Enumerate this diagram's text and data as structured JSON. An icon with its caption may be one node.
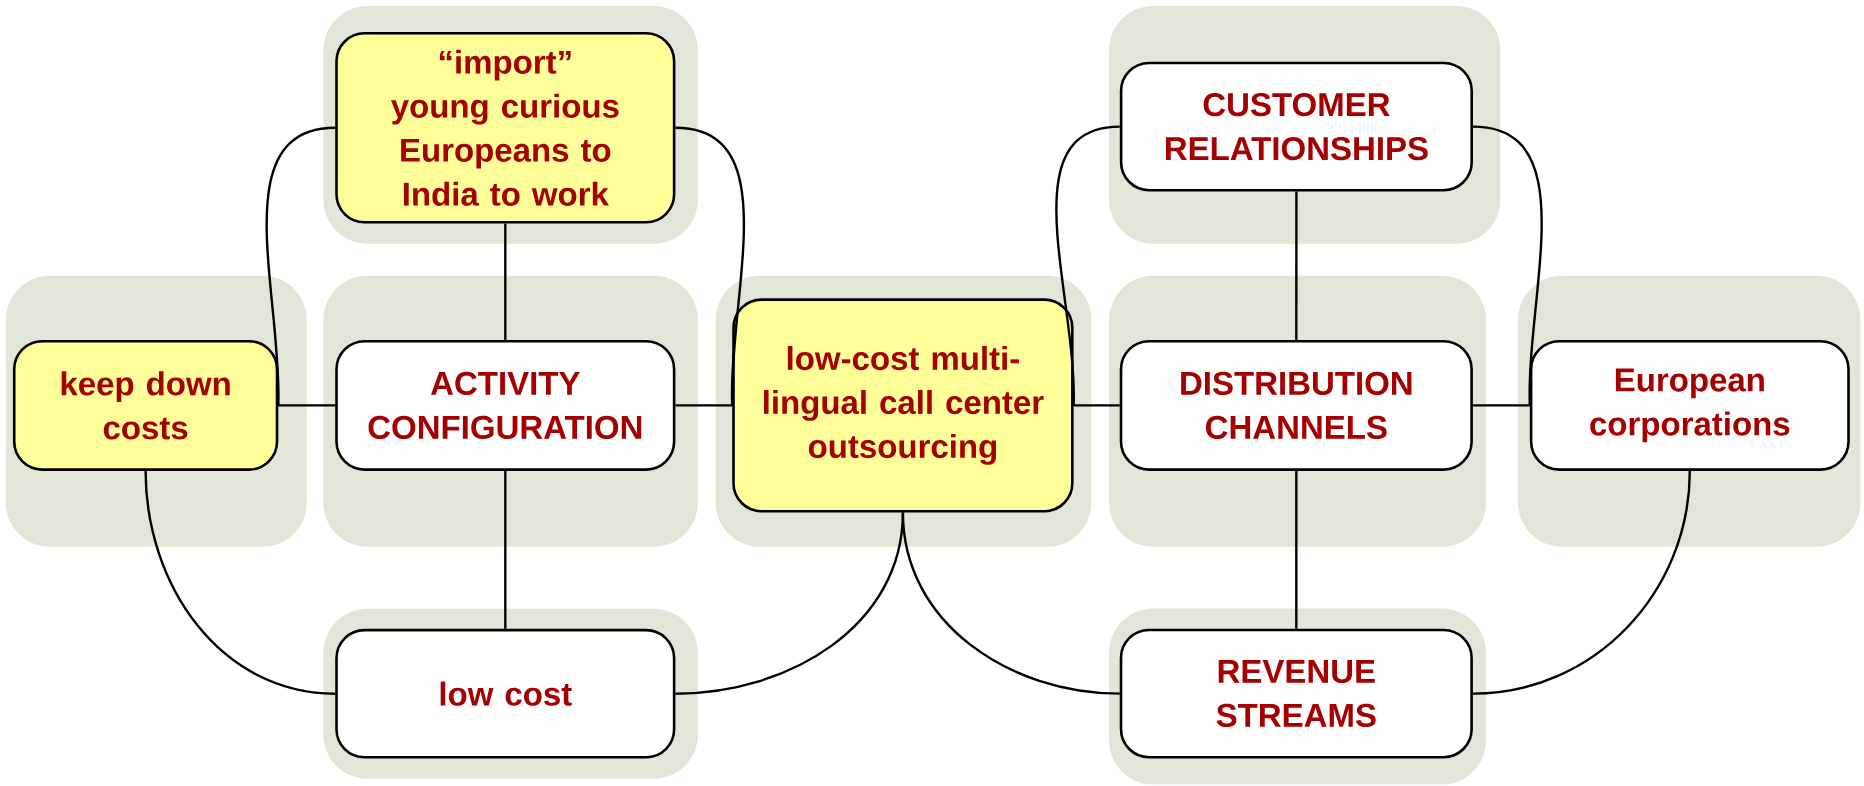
{
  "diagram": {
    "nodes": [
      {
        "text": [],
        "shape": "box"
      },
      {
        "text": [
          "keep down costs"
        ],
        "in": 0
      },
      {
        "text": [],
        "shape": "box"
      },
      {
        "text": [
          "“import” young curious Europeans to India to work"
        ],
        "in": 2
      },
      {
        "text": [],
        "shape": "box"
      },
      {
        "text": [
          "ACTIVITY CONFIGURATION"
        ],
        "in": 4
      },
      {
        "text": [],
        "shape": "box"
      },
      {
        "text": [
          "low cost"
        ],
        "in": 6
      },
      {
        "text": [],
        "shape": "box"
      },
      {
        "text": [
          "low-cost multi-lingual call center outsourcing"
        ],
        "in": 8
      },
      {
        "text": [],
        "shape": "box"
      },
      {
        "text": [
          "CUSTOMER RELATIONSHIPS"
        ],
        "in": 10
      },
      {
        "text": [],
        "shape": "box"
      },
      {
        "text": [
          "DISTRIBUTION CHANNELS"
        ],
        "in": 12
      },
      {
        "text": [],
        "shape": "box"
      },
      {
        "text": [
          "REVENUE STREAMS"
        ],
        "in": 14
      },
      {
        "text": [],
        "shape": "box"
      },
      {
        "text": [
          "European corporations"
        ],
        "in": 16
      }
    ],
    "edges": [
      {
        "from": 1,
        "to": 5,
        "arrow": "none"
      },
      {
        "from": 1,
        "to": 3,
        "arrow": "none"
      },
      {
        "from": 3,
        "to": 5,
        "arrow": "none"
      },
      {
        "from": 5,
        "to": 9,
        "arrow": "none"
      },
      {
        "from": 3,
        "to": 9,
        "arrow": "none"
      },
      {
        "from": 5,
        "to": 7,
        "arrow": "none"
      },
      {
        "from": 1,
        "to": 7,
        "arrow": "none"
      },
      {
        "from": 7,
        "to": 9,
        "arrow": "none"
      },
      {
        "from": 9,
        "to": 13,
        "arrow": "none"
      },
      {
        "from": 9,
        "to": 11,
        "arrow": "none"
      },
      {
        "from": 11,
        "to": 13,
        "arrow": "none"
      },
      {
        "from": 13,
        "to": 17,
        "arrow": "none"
      },
      {
        "from": 11,
        "to": 17,
        "arrow": "none"
      },
      {
        "from": 13,
        "to": 15,
        "arrow": "none"
      },
      {
        "from": 9,
        "to": 15,
        "arrow": "none"
      },
      {
        "from": 17,
        "to": 15,
        "arrow": "none"
      }
    ]
  }
}
